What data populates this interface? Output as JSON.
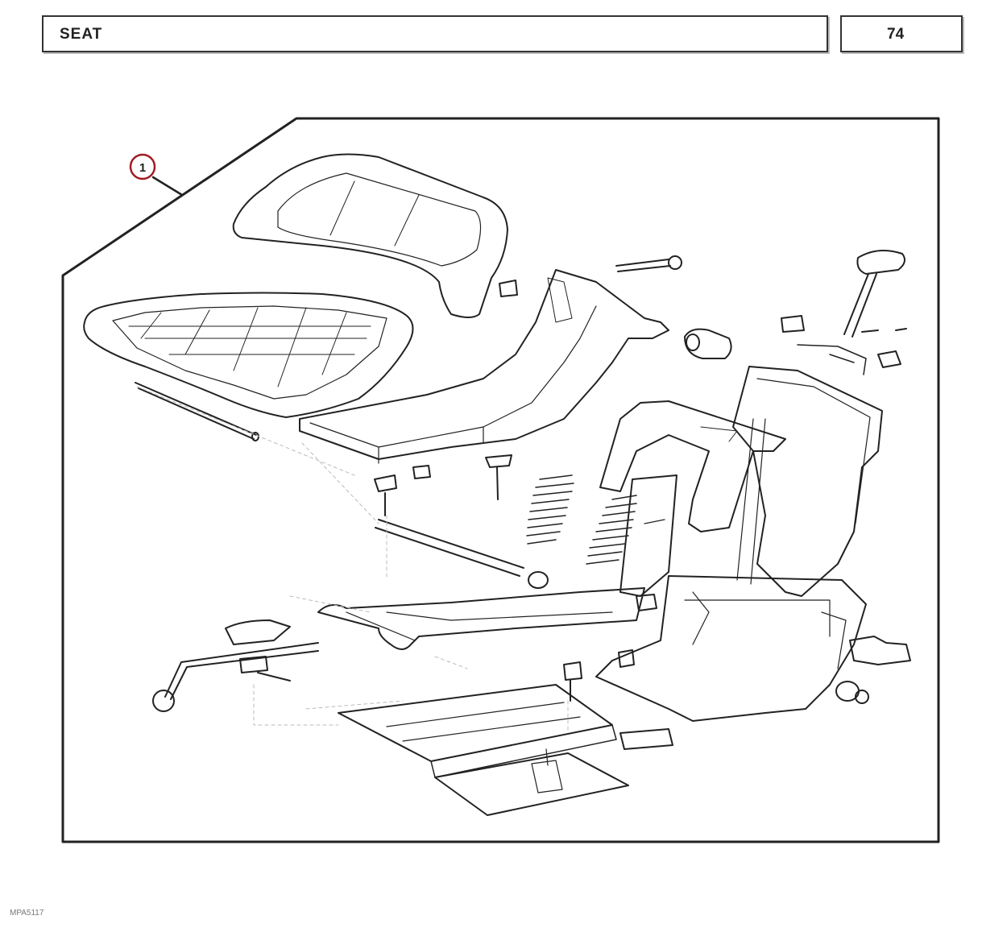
{
  "header": {
    "title": "SEAT",
    "page_number": "74"
  },
  "diagram": {
    "callouts": [
      {
        "label": "1"
      }
    ],
    "accent_color": "#a01c24"
  },
  "footer": {
    "reference": "MPA5117"
  }
}
